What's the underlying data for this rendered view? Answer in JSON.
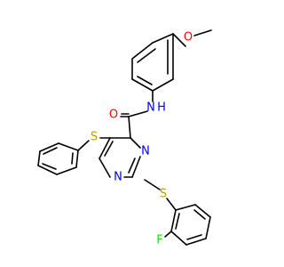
{
  "molecule": {
    "atom_labels": {
      "oxygen_methoxy": "O",
      "amide_nh": "N",
      "amide_h": "H",
      "carbonyl_oxygen": "O",
      "sulfur_phenylthio": "S",
      "pyrimidine_n3": "N",
      "pyrimidine_n1": "N",
      "sulfur_benzylthio": "S",
      "fluorine": "F"
    },
    "colors": {
      "oxygen": "#ff0000",
      "nitrogen": "#0000ff",
      "sulfur": "#b8a000",
      "fluorine": "#33cc33",
      "carbon_bond": "#000000"
    }
  }
}
